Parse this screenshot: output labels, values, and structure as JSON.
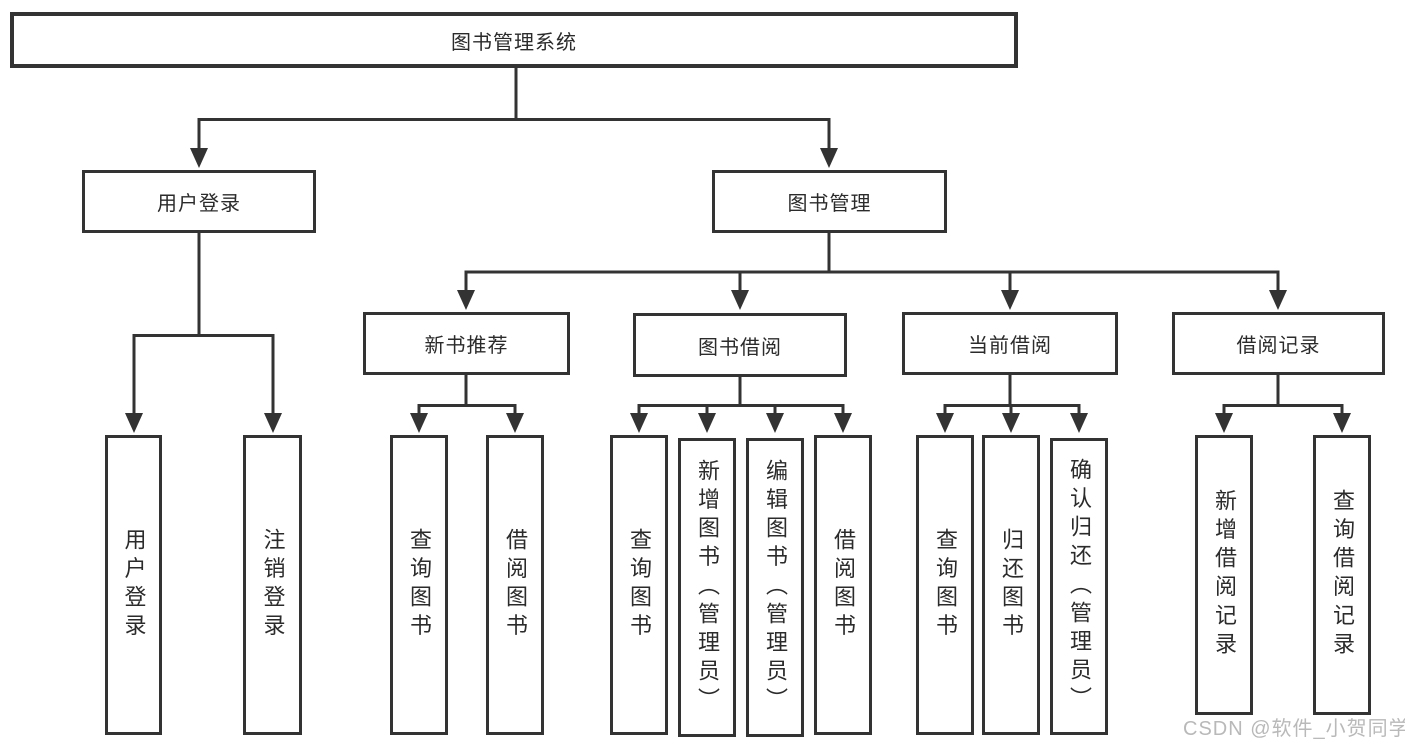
{
  "tree": {
    "root": {
      "label": "图书管理系统"
    },
    "branches": [
      {
        "label": "用户登录",
        "children": [
          {
            "label": "用户登录"
          },
          {
            "label": "注销登录"
          }
        ]
      },
      {
        "label": "图书管理",
        "sections": [
          {
            "label": "新书推荐",
            "children": [
              {
                "label": "查询图书"
              },
              {
                "label": "借阅图书"
              }
            ]
          },
          {
            "label": "图书借阅",
            "children": [
              {
                "label": "查询图书"
              },
              {
                "label": "新增图书（管理员）"
              },
              {
                "label": "编辑图书（管理员）"
              },
              {
                "label": "借阅图书"
              }
            ]
          },
          {
            "label": "当前借阅",
            "children": [
              {
                "label": "查询图书"
              },
              {
                "label": "归还图书"
              },
              {
                "label": "确认归还（管理员）"
              }
            ]
          },
          {
            "label": "借阅记录",
            "children": [
              {
                "label": "新增借阅记录"
              },
              {
                "label": "查询借阅记录"
              }
            ]
          }
        ]
      }
    ]
  },
  "colors": {
    "line": "#333333",
    "text": "#2b2b2b",
    "watermark": "#b9b9b9",
    "background": "#ffffff"
  },
  "watermark": {
    "text": "CSDN @软件_小贺同学"
  }
}
